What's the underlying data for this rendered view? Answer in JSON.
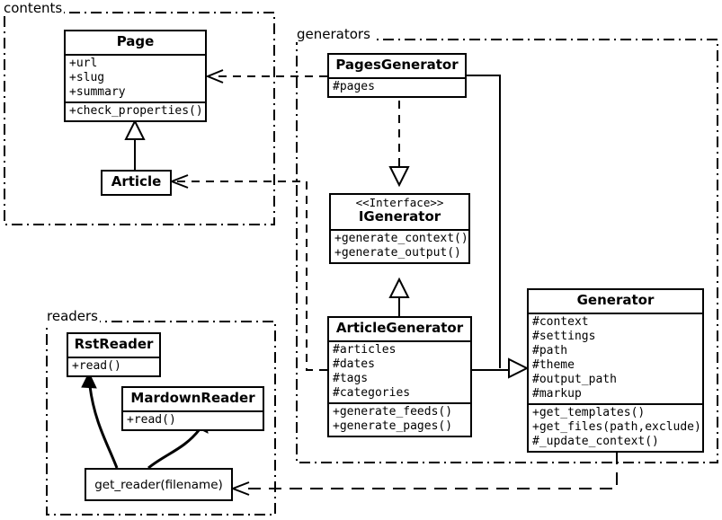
{
  "diagram": {
    "title": "UML class diagram",
    "packages": [
      {
        "name": "contents",
        "label": "contents"
      },
      {
        "name": "generators",
        "label": "generators"
      },
      {
        "name": "readers",
        "label": "readers"
      }
    ],
    "classes": [
      {
        "id": "page",
        "name": "Page",
        "stereotype": "",
        "attributes": [
          "+url",
          "+slug",
          "+summary"
        ],
        "operations": [
          "+check_properties()"
        ]
      },
      {
        "id": "article",
        "name": "Article",
        "stereotype": "",
        "attributes": [],
        "operations": []
      },
      {
        "id": "pages-generator",
        "name": "PagesGenerator",
        "stereotype": "",
        "attributes": [
          "#pages"
        ],
        "operations": []
      },
      {
        "id": "igenerator",
        "name": "IGenerator",
        "stereotype": "<<Interface>>",
        "attributes": [],
        "operations": [
          "+generate_context()",
          "+generate_output()"
        ]
      },
      {
        "id": "article-generator",
        "name": "ArticleGenerator",
        "stereotype": "",
        "attributes": [
          "#articles",
          "#dates",
          "#tags",
          "#categories"
        ],
        "operations": [
          "+generate_feeds()",
          "+generate_pages()"
        ]
      },
      {
        "id": "generator",
        "name": "Generator",
        "stereotype": "",
        "attributes": [
          "#context",
          "#settings",
          "#path",
          "#theme",
          "#output_path",
          "#markup"
        ],
        "operations": [
          "+get_templates()",
          "+get_files(path,exclude)",
          "#_update_context()"
        ]
      },
      {
        "id": "rst-reader",
        "name": "RstReader",
        "stereotype": "",
        "attributes": [],
        "operations": [
          "+read()"
        ]
      },
      {
        "id": "mardown-reader",
        "name": "MardownReader",
        "stereotype": "",
        "attributes": [],
        "operations": [
          "+read()"
        ]
      }
    ],
    "functions": [
      {
        "id": "get-reader",
        "label": "get_reader(filename)"
      }
    ],
    "relationships": [
      {
        "from": "Article",
        "to": "Page",
        "type": "generalization"
      },
      {
        "from": "ArticleGenerator",
        "to": "IGenerator",
        "type": "generalization"
      },
      {
        "from": "PagesGenerator",
        "to": "IGenerator",
        "type": "realization"
      },
      {
        "from": "PagesGenerator",
        "to": "Generator",
        "type": "generalization"
      },
      {
        "from": "ArticleGenerator",
        "to": "Generator",
        "type": "generalization"
      },
      {
        "from": "PagesGenerator",
        "to": "Page",
        "type": "dependency"
      },
      {
        "from": "ArticleGenerator",
        "to": "Article",
        "type": "dependency"
      },
      {
        "from": "Generator",
        "to": "get_reader(filename)",
        "type": "dependency"
      },
      {
        "from": "get_reader(filename)",
        "to": "RstReader",
        "type": "association"
      },
      {
        "from": "get_reader(filename)",
        "to": "MardownReader",
        "type": "association"
      }
    ],
    "colors": {
      "stroke": "#000000",
      "background": "#ffffff"
    }
  }
}
